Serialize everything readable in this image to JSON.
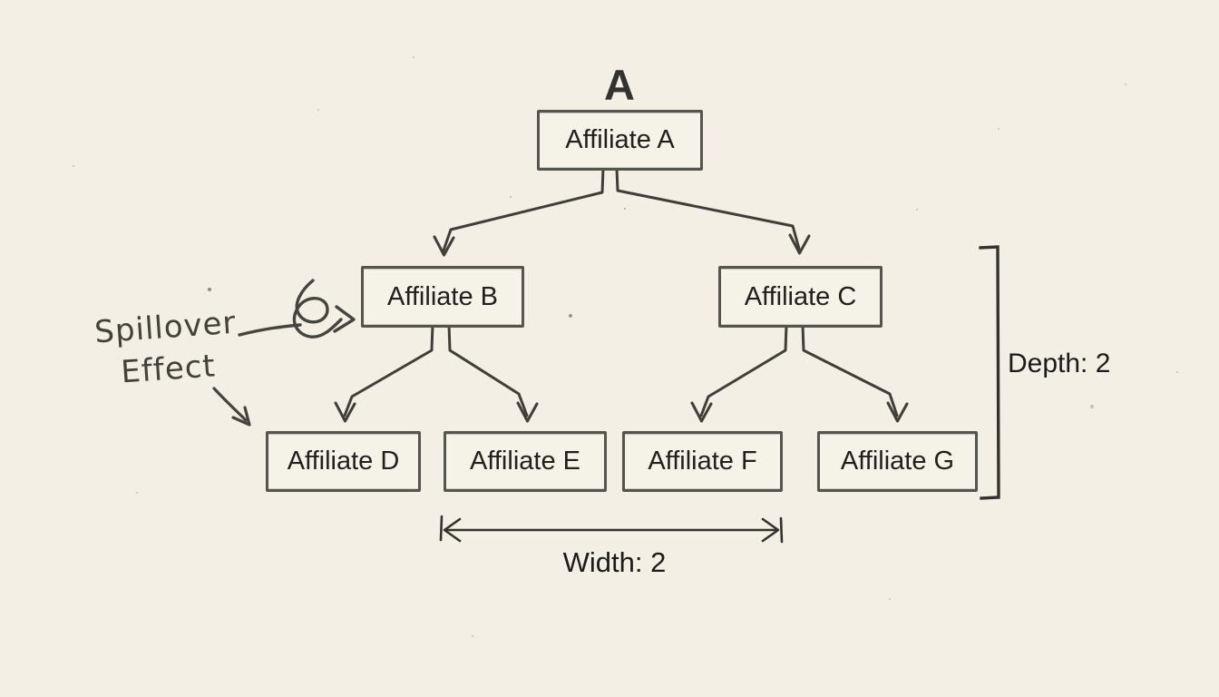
{
  "page": {
    "background_color": "#f3efe4",
    "ink_color": "#3f3e39"
  },
  "diagram": {
    "title": "A",
    "nodes": {
      "a": {
        "label": "Affiliate A"
      },
      "b": {
        "label": "Affiliate B"
      },
      "c": {
        "label": "Affiliate C"
      },
      "d": {
        "label": "Affiliate D"
      },
      "e": {
        "label": "Affiliate E"
      },
      "f": {
        "label": "Affiliate F"
      },
      "g": {
        "label": "Affiliate G"
      }
    },
    "edges": [
      [
        "Affiliate A",
        "Affiliate B"
      ],
      [
        "Affiliate A",
        "Affiliate C"
      ],
      [
        "Affiliate B",
        "Affiliate D"
      ],
      [
        "Affiliate B",
        "Affiliate E"
      ],
      [
        "Affiliate C",
        "Affiliate F"
      ],
      [
        "Affiliate C",
        "Affiliate G"
      ]
    ],
    "annotations": {
      "spillover_line1": "Spillover",
      "spillover_line2": "Effect",
      "depth_label": "Depth: 2",
      "width_label": "Width: 2"
    }
  }
}
